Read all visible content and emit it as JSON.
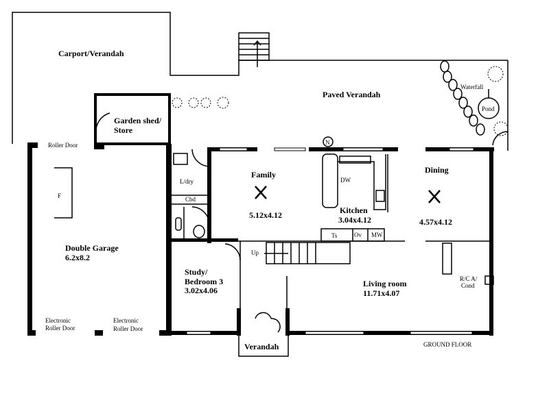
{
  "plan": {
    "title": "GROUND FLOOR",
    "north_marker": "N",
    "rooms": {
      "carport": "Carport/Verandah",
      "paved_verandah": "Paved Verandah",
      "garden_shed_1": "Garden shed/",
      "garden_shed_2": "Store",
      "garage": "Double Garage",
      "garage_size": "6.2x8.2",
      "family": "Family",
      "family_size": "5.12x4.12",
      "kitchen": "Kitchen",
      "kitchen_size": "3.04x4.12",
      "dining": "Dining",
      "dining_size": "4.57x4.12",
      "laundry": "L/dry",
      "cupboard": "Cbd",
      "study_1": "Study/",
      "study_2": "Bedroom 3",
      "study_size": "3.02x4.06",
      "living": "Living room",
      "living_size": "11.71x4.07",
      "verandah": "Verandah"
    },
    "annotations": {
      "roller_door_top": "Roller Door",
      "fridge": "F",
      "electric_roller_1a": "Electronic",
      "electric_roller_1b": "Roller Door",
      "electric_roller_2a": "Electronic",
      "electric_roller_2b": "Roller Door",
      "dishwasher": "DW",
      "up": "Up",
      "ts": "Ts",
      "ov": "Ov",
      "mw": "MW",
      "rc_ac_1": "R/C A/",
      "rc_ac_2": "Cond",
      "waterfall": "Waterfall",
      "pond": "Pond"
    }
  }
}
